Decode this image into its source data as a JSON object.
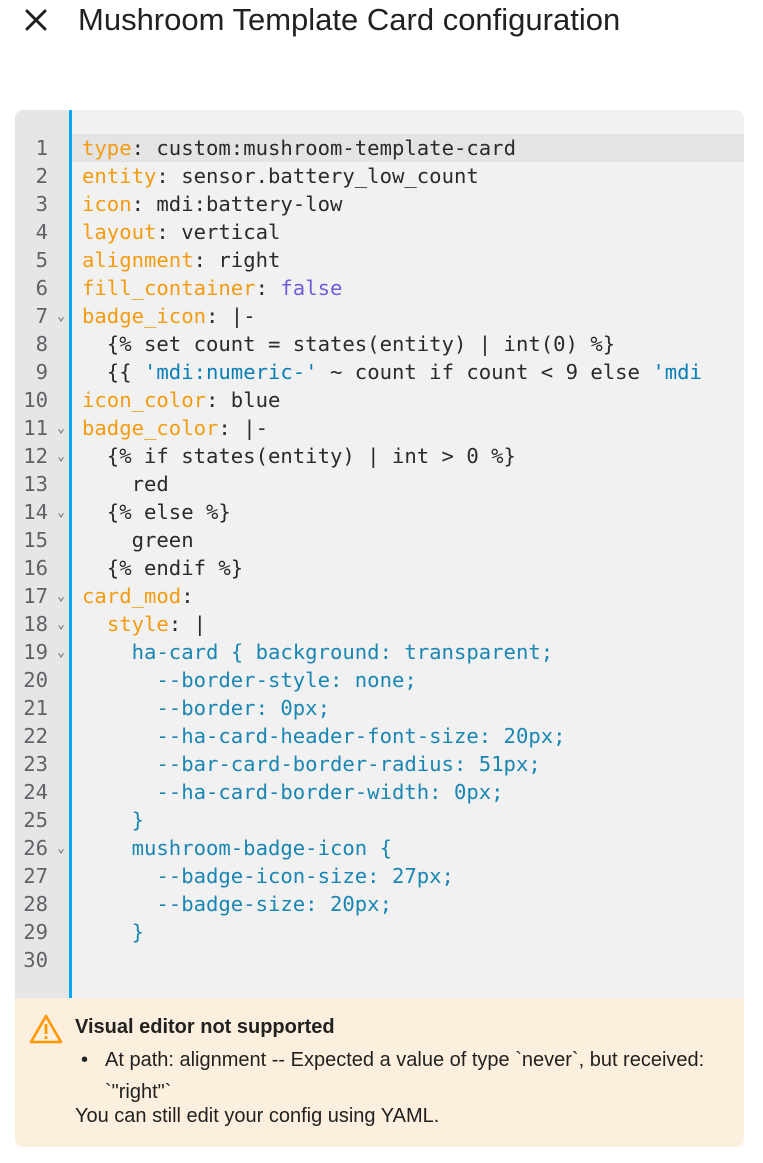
{
  "header": {
    "title": "Mushroom Template Card configuration",
    "close_icon": "close-icon"
  },
  "editor": {
    "active_line": 1,
    "accent_color": "#03a9f4",
    "lines": [
      {
        "n": "1",
        "fold": false,
        "tokens": [
          {
            "t": "type",
            "c": "k"
          },
          {
            "t": ": custom:mushroom-template-card",
            "c": ""
          }
        ]
      },
      {
        "n": "2",
        "fold": false,
        "tokens": [
          {
            "t": "entity",
            "c": "k"
          },
          {
            "t": ": sensor.battery_low_count",
            "c": ""
          }
        ]
      },
      {
        "n": "3",
        "fold": false,
        "tokens": [
          {
            "t": "icon",
            "c": "k"
          },
          {
            "t": ": mdi:battery-low",
            "c": ""
          }
        ]
      },
      {
        "n": "4",
        "fold": false,
        "tokens": [
          {
            "t": "layout",
            "c": "k"
          },
          {
            "t": ": vertical",
            "c": ""
          }
        ]
      },
      {
        "n": "5",
        "fold": false,
        "tokens": [
          {
            "t": "alignment",
            "c": "k"
          },
          {
            "t": ": right",
            "c": ""
          }
        ]
      },
      {
        "n": "6",
        "fold": false,
        "tokens": [
          {
            "t": "fill_container",
            "c": "k"
          },
          {
            "t": ": ",
            "c": ""
          },
          {
            "t": "false",
            "c": "b"
          }
        ]
      },
      {
        "n": "7",
        "fold": true,
        "tokens": [
          {
            "t": "badge_icon",
            "c": "k"
          },
          {
            "t": ": |-",
            "c": ""
          }
        ]
      },
      {
        "n": "8",
        "fold": false,
        "tokens": [
          {
            "t": "  {% set count = states(entity) | int(0) %}",
            "c": ""
          }
        ]
      },
      {
        "n": "9",
        "fold": false,
        "tokens": [
          {
            "t": "  {{ ",
            "c": ""
          },
          {
            "t": "'mdi:numeric-'",
            "c": "s"
          },
          {
            "t": " ~ count if count < 9 else ",
            "c": ""
          },
          {
            "t": "'mdi",
            "c": "s"
          }
        ]
      },
      {
        "n": "10",
        "fold": false,
        "tokens": [
          {
            "t": "icon_color",
            "c": "k"
          },
          {
            "t": ": blue",
            "c": ""
          }
        ]
      },
      {
        "n": "11",
        "fold": true,
        "tokens": [
          {
            "t": "badge_color",
            "c": "k"
          },
          {
            "t": ": |-",
            "c": ""
          }
        ]
      },
      {
        "n": "12",
        "fold": true,
        "tokens": [
          {
            "t": "  {% if states(entity) | int > 0 %}",
            "c": ""
          }
        ]
      },
      {
        "n": "13",
        "fold": false,
        "tokens": [
          {
            "t": "    red",
            "c": ""
          }
        ]
      },
      {
        "n": "14",
        "fold": true,
        "tokens": [
          {
            "t": "  {% else %}",
            "c": ""
          }
        ]
      },
      {
        "n": "15",
        "fold": false,
        "tokens": [
          {
            "t": "    green",
            "c": ""
          }
        ]
      },
      {
        "n": "16",
        "fold": false,
        "tokens": [
          {
            "t": "  {% endif %}",
            "c": ""
          }
        ]
      },
      {
        "n": "17",
        "fold": true,
        "tokens": [
          {
            "t": "card_mod",
            "c": "k"
          },
          {
            "t": ":",
            "c": ""
          }
        ]
      },
      {
        "n": "18",
        "fold": true,
        "tokens": [
          {
            "t": "  ",
            "c": ""
          },
          {
            "t": "style",
            "c": "k"
          },
          {
            "t": ": |",
            "c": ""
          }
        ]
      },
      {
        "n": "19",
        "fold": true,
        "tokens": [
          {
            "t": "    ha-card { background: transparent;",
            "c": "c"
          }
        ]
      },
      {
        "n": "20",
        "fold": false,
        "tokens": [
          {
            "t": "      --border-style: none;",
            "c": "c"
          }
        ]
      },
      {
        "n": "21",
        "fold": false,
        "tokens": [
          {
            "t": "      --border: 0px;",
            "c": "c"
          }
        ]
      },
      {
        "n": "22",
        "fold": false,
        "tokens": [
          {
            "t": "      --ha-card-header-font-size: 20px;",
            "c": "c"
          }
        ]
      },
      {
        "n": "23",
        "fold": false,
        "tokens": [
          {
            "t": "      --bar-card-border-radius: 51px;",
            "c": "c"
          }
        ]
      },
      {
        "n": "24",
        "fold": false,
        "tokens": [
          {
            "t": "      --ha-card-border-width: 0px;",
            "c": "c"
          }
        ]
      },
      {
        "n": "25",
        "fold": false,
        "tokens": [
          {
            "t": "    }",
            "c": "c"
          }
        ]
      },
      {
        "n": "26",
        "fold": true,
        "tokens": [
          {
            "t": "    mushroom-badge-icon {",
            "c": "c"
          }
        ]
      },
      {
        "n": "27",
        "fold": false,
        "tokens": [
          {
            "t": "      --badge-icon-size: 27px;",
            "c": "c"
          }
        ]
      },
      {
        "n": "28",
        "fold": false,
        "tokens": [
          {
            "t": "      --badge-size: 20px;",
            "c": "c"
          }
        ]
      },
      {
        "n": "29",
        "fold": false,
        "tokens": [
          {
            "t": "    }",
            "c": "c"
          }
        ]
      },
      {
        "n": "30",
        "fold": false,
        "tokens": []
      }
    ]
  },
  "alert": {
    "icon": "warning-icon",
    "title": "Visual editor not supported",
    "items": [
      "At path: alignment -- Expected a value of type `never`, but received: `\"right\"`"
    ],
    "footer": "You can still edit your config using YAML.",
    "warning_color": "#ff9800"
  }
}
